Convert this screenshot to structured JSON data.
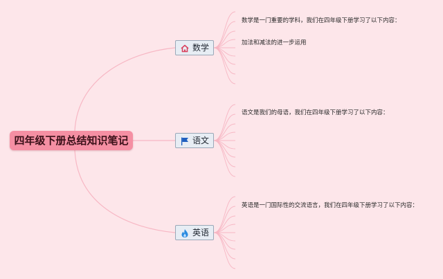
{
  "root": {
    "label": "四年级下册总结知识笔记"
  },
  "topics": [
    {
      "label": "数学",
      "icon": "home-icon",
      "notes": [
        "数学是一门重要的学科，我们在四年级下册学习了以下内容：",
        "加法和减法的进一步运用"
      ]
    },
    {
      "label": "语文",
      "icon": "flag-icon",
      "notes": [
        "语文是我们的母语，我们在四年级下册学习了以下内容："
      ]
    },
    {
      "label": "英语",
      "icon": "flame-icon",
      "notes": [
        "英语是一门国际性的交流语言，我们在四年级下册学习了以下内容："
      ]
    }
  ],
  "colors": {
    "background": "#fde6ea",
    "root_fill": "#f58fa3",
    "connector": "#f7b7c4",
    "topic_fill": "#e7edf4",
    "home_icon": "#d9415e",
    "flag_icon": "#1f5fbf",
    "flame_icon": "#2a8be0"
  }
}
